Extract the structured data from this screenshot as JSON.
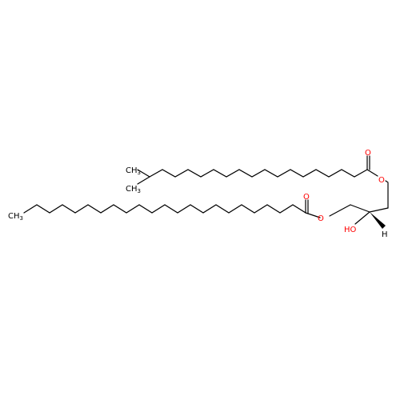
{
  "colors": {
    "bond": "#000000",
    "carbon_label": "#000000",
    "oxygen_label": "#ff0000",
    "background": "#ffffff"
  },
  "atoms": {
    "ch3_upper_1": {
      "main": "CH",
      "sub": "3"
    },
    "ch3_upper_2": {
      "main": "H",
      "sub": "3",
      "prefix": "C"
    },
    "ch3_lower": {
      "main": "H",
      "sub": "3",
      "prefix": "C"
    },
    "o_carbonyl_upper": "O",
    "o_ester_upper": "O",
    "o_carbonyl_lower": "O",
    "o_ester_lower": "O",
    "oh": "HO",
    "h_stereo": "H"
  }
}
